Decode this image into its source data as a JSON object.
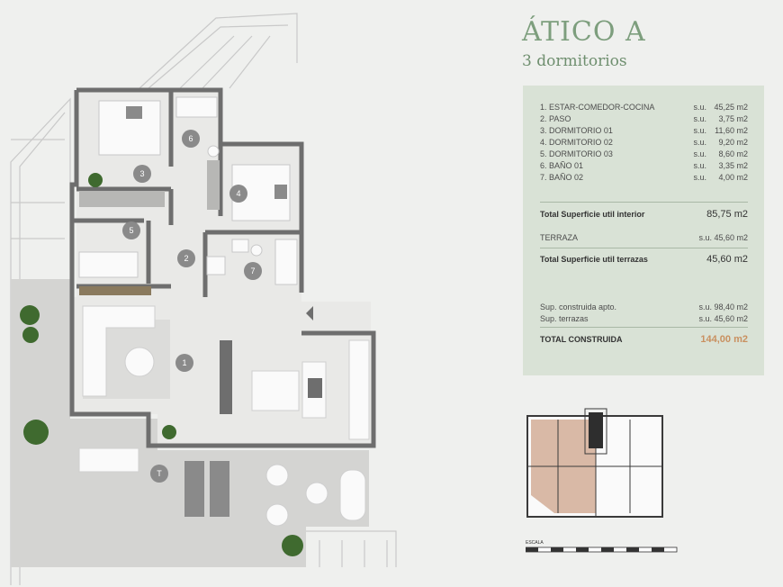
{
  "header": {
    "title": "ÁTICO A",
    "subtitle": "3 dormitorios"
  },
  "rooms": [
    {
      "name": "1. ESTAR-COMEDOR-COCINA",
      "prefix": "s.u.",
      "area": "45,25 m2"
    },
    {
      "name": "2. PASO",
      "prefix": "s.u.",
      "area": "3,75 m2"
    },
    {
      "name": "3. DORMITORIO 01",
      "prefix": "s.u.",
      "area": "11,60 m2"
    },
    {
      "name": "4. DORMITORIO 02",
      "prefix": "s.u.",
      "area": "9,20 m2"
    },
    {
      "name": "5. DORMITORIO 03",
      "prefix": "s.u.",
      "area": "8,60 m2"
    },
    {
      "name": "6. BAÑO 01",
      "prefix": "s.u.",
      "area": "3,35 m2"
    },
    {
      "name": "7. BAÑO 02",
      "prefix": "s.u.",
      "area": "4,00 m2"
    }
  ],
  "totals": {
    "interior_label": "Total Superficie util interior",
    "interior_value": "85,75 m2",
    "terraza_label": "TERRAZA",
    "terraza_value": "s.u. 45,60 m2",
    "terrazas_label": "Total Superficie util terrazas",
    "terrazas_value": "45,60 m2",
    "construida_apto_label": "Sup. construida apto.",
    "construida_apto_value": "s.u. 98,40 m2",
    "sup_terrazas_label": "Sup. terrazas",
    "sup_terrazas_value": "s.u. 45,60 m2",
    "total_label": "TOTAL CONSTRUIDA",
    "total_value": "144,00 m2"
  },
  "plan_labels": [
    "1",
    "2",
    "3",
    "4",
    "5",
    "6",
    "7",
    "T"
  ],
  "scale_label": "ESCALA",
  "colors": {
    "accent": "#7d9e7d",
    "panel": "#d9e2d6",
    "highlight": "#c99060",
    "key_unit": "#d9b9a6"
  }
}
